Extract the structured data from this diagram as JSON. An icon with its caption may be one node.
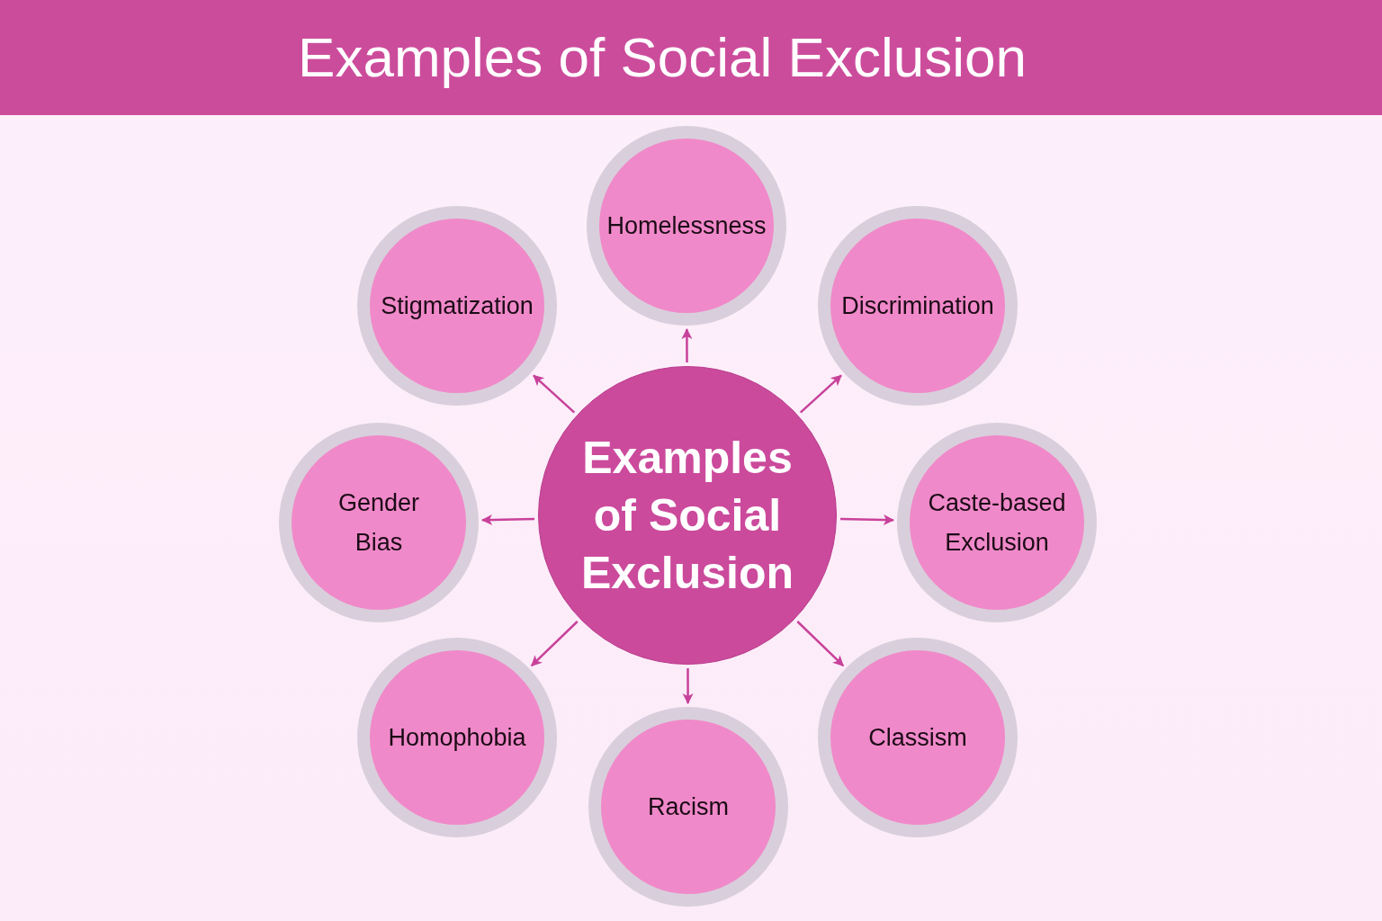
{
  "diagram": {
    "title": "Examples of Social Exclusion",
    "nodes": [
      {
        "text": [
          "Examples of Social Exclusion"
        ]
      },
      {
        "text": [
          "Homelessness"
        ]
      },
      {
        "text": [
          "Discrimination"
        ]
      },
      {
        "text": [
          "Caste-based Exclusion"
        ]
      },
      {
        "text": [
          "Classism"
        ]
      },
      {
        "text": [
          "Racism"
        ]
      },
      {
        "text": [
          "Homophobia"
        ]
      },
      {
        "text": [
          "Gender Bias"
        ]
      },
      {
        "text": [
          "Stigmatization"
        ]
      }
    ],
    "edges": [
      {
        "from": 0,
        "to": 1,
        "arrow": "to"
      },
      {
        "from": 0,
        "to": 2,
        "arrow": "to"
      },
      {
        "from": 0,
        "to": 3,
        "arrow": "to"
      },
      {
        "from": 0,
        "to": 4,
        "arrow": "to"
      },
      {
        "from": 0,
        "to": 5,
        "arrow": "to"
      },
      {
        "from": 0,
        "to": 6,
        "arrow": "to"
      },
      {
        "from": 0,
        "to": 7,
        "arrow": "to"
      },
      {
        "from": 0,
        "to": 8,
        "arrow": "to"
      }
    ]
  }
}
